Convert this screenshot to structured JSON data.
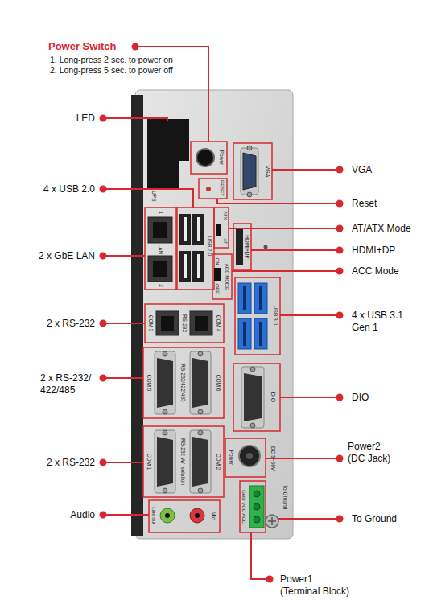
{
  "diagram": {
    "labels": [
      "Power Switch",
      "1. Long-press 2 sec. to power on",
      "2. Long-press 5 sec. to power off",
      "LED",
      "Power",
      "UPS",
      "VGA",
      "VGA",
      "RESET",
      "4 x USB 2.0",
      "Reset",
      "1",
      "LAN",
      "2",
      "USB 2.0",
      "AT",
      "ATX",
      "AT/ATX Mode",
      "HDMI+DP",
      "HDMI+DP",
      "2 x GbE LAN",
      "ON",
      "OFF",
      "ACC MODE",
      "ACC Mode",
      "USB 3.0",
      "4 x USB 3.1 Gen 1",
      "2 x RS-232",
      "COM 3",
      "RS-232",
      "COM 4",
      "2 x RS-232/ 422/485",
      "COM 5",
      "RS-232/422/485",
      "COM 6",
      "DIO",
      "DIO",
      "COM 1",
      "RS-232 W/ Isolation",
      "COM 2",
      "Power",
      "DC 9~36V",
      "Power2 (DC Jack)",
      "2 x RS-232",
      "GND VCC ACC",
      "Line out",
      "Mic",
      "Audio",
      "To Ground",
      "To Ground",
      "Power1 (Terminal Block)"
    ]
  }
}
